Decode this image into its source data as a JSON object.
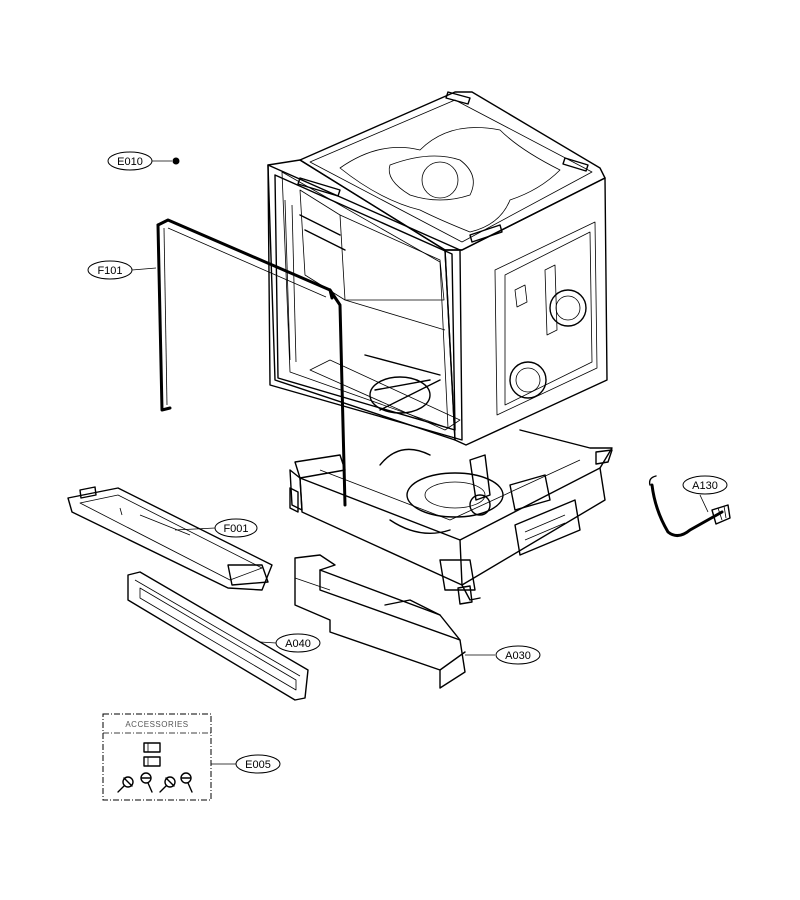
{
  "callouts": {
    "e010": "E010",
    "f101": "F101",
    "f001": "F001",
    "a040": "A040",
    "a030": "A030",
    "a130": "A130",
    "e005": "E005"
  },
  "accessories_title": "ACCESSORIES",
  "colors": {
    "line": "#000000",
    "background": "#ffffff"
  }
}
